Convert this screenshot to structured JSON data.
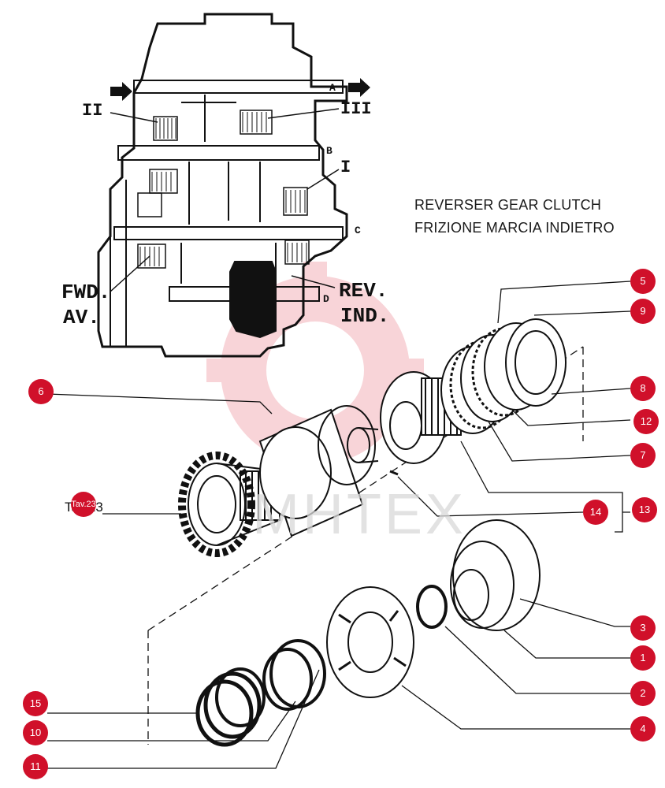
{
  "diagram": {
    "title_en": "REVERSER GEAR CLUTCH",
    "title_it": "FRIZIONE MARCIA INDIETRO",
    "watermark": "MHTEX",
    "reference": {
      "text": "Tav.23",
      "badge": "Tav.23"
    },
    "colors": {
      "callout": "#d0102a",
      "ink": "#111111",
      "watermark_red": "#e04050"
    },
    "section_labels": {
      "clutch_2": "II",
      "clutch_3": "III",
      "clutch_1": "I",
      "shaft_a": "A",
      "shaft_b": "B",
      "shaft_c": "C",
      "shaft_d": "D",
      "fwd": "FWD.",
      "av": "AV.",
      "rev": "REV.",
      "ind": "IND."
    },
    "callouts": [
      {
        "id": "c5",
        "label": "5"
      },
      {
        "id": "c9",
        "label": "9"
      },
      {
        "id": "c6",
        "label": "6"
      },
      {
        "id": "c8",
        "label": "8"
      },
      {
        "id": "c12",
        "label": "12"
      },
      {
        "id": "c7",
        "label": "7"
      },
      {
        "id": "c14",
        "label": "14"
      },
      {
        "id": "c13",
        "label": "13"
      },
      {
        "id": "c3",
        "label": "3"
      },
      {
        "id": "c1",
        "label": "1"
      },
      {
        "id": "c2",
        "label": "2"
      },
      {
        "id": "c4",
        "label": "4"
      },
      {
        "id": "c15",
        "label": "15"
      },
      {
        "id": "c10",
        "label": "10"
      },
      {
        "id": "c11",
        "label": "11"
      }
    ]
  }
}
